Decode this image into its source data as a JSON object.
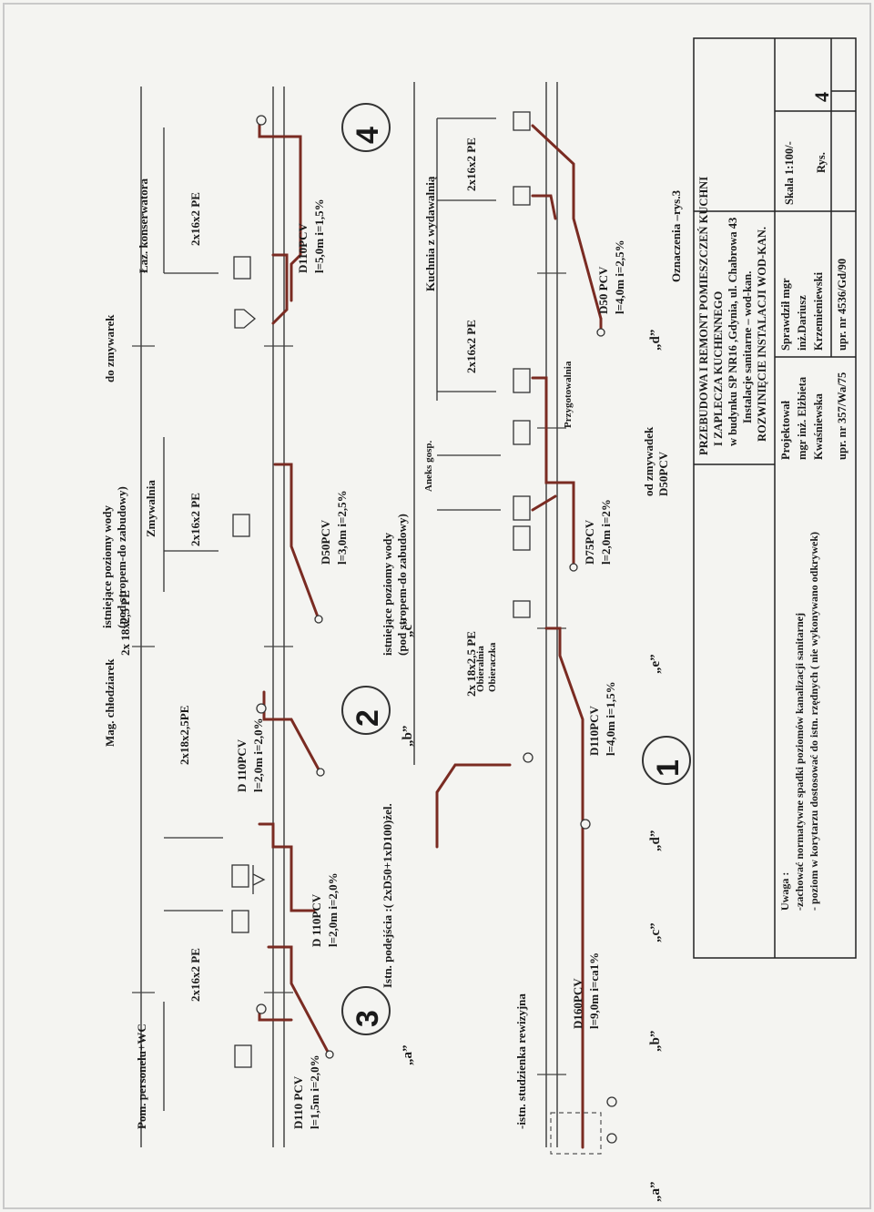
{
  "labels": {
    "existing_water_left": "istniejące poziomy wody",
    "under_ceiling_left": "(pod stropem-do zabudowy)",
    "existing_water_mid": "istniejące poziomy wody",
    "under_ceiling_mid": "(pod stropem-do zabudowy)",
    "connections": "Istn. podejścia :( 2xD50+1xD100)żel.",
    "revision_well": "-istn. studzienka rewizyjna",
    "from_sinks": "od zmywadek",
    "from_sinks_pipe": "D50PCV",
    "legend": "Oznaczenia –rys.3"
  },
  "rooms": {
    "staff_wc": "Pom. personelu+WC",
    "fridges": "Mag. chłodziarek",
    "dishwashing": "Zmywalnia",
    "to_sinks": "do zmywarek",
    "preserver_bath": "Łaz. konserwatora",
    "kitchen": "Kuchnia z wydawalnią",
    "aneks": "Aneks gosp.",
    "obieralnia": "Obieralnia",
    "obieraczka": "Obieraczka",
    "przygotowalnia": "Przygotowalnia"
  },
  "pipes": {
    "pe_18_top": "2x 18x2,5 PE",
    "pe_18_left": "2x18x2,5PE",
    "pe_16_left": "2x16x2 PE",
    "pe_16_mid": "2x16x2 PE",
    "pe_16_right": "2x16x2 PE",
    "d110_a": "D 110PCV",
    "d110_a_len": "l=2,0m i=2,0%",
    "d110_b": "D110 PCV",
    "d110_b_len": "l=1,5m i=2,0%",
    "d110_c": "D 110PCV",
    "d110_c_len": "l=2,0m i=2,0%",
    "d50_a": "D50PCV",
    "d50_a_len": "l=3,0m i=2,5%",
    "d110_d": "D110PCV",
    "d110_d_len": "l=5,0m i=1,5%",
    "pe_16_mid_a": "2x16x2 PE",
    "pe_16_mid_b": "2x16x2 PE",
    "pe_18_mid": "2x 18x2,5 PE",
    "d160": "D160PCV",
    "d160_len": "l=9,0m i=ca1%",
    "d110_e": "D110PCV",
    "d110_e_len": "l=4,0m i=1,5%",
    "d75": "D75PCV",
    "d75_len": "l=2,0m i=2%",
    "d50_b": "D50 PCV",
    "d50_b_len": "l=4,0m i=2,5%"
  },
  "circles": {
    "c1": "1",
    "c2": "2",
    "c3": "3",
    "c4": "4"
  },
  "markers": {
    "a": "„a”",
    "b": "„b”",
    "c": "„c”",
    "d": "„d”",
    "e": "„e”"
  },
  "notes": {
    "heading": "Uwaga :",
    "line1": "-zachować normatywne spadki poziomów kanalizacji sanitarnej",
    "line2": "- poziom w korytarzu dostosować do istn. rzędnych ( nie wykonywano odkrywek)"
  },
  "title": {
    "line1": "PRZEBUDOWA I REMONT POMIESZCZEŃ KUCHNI",
    "line2": "I ZAPLECZA KUCHENNEGO",
    "line3": "w budynku SP NR16 ,Gdynia, ul. Chabrowa 43",
    "line4": "Instalacje sanitarne – wod-kan.",
    "line5": "ROZWINIĘCIE INSTALACJI WOD-KAN.",
    "designer_label": "Projektował",
    "designer_name1": "mgr inż. Elżbieta",
    "designer_name2": "Kwaśniewska",
    "designer_license": "upr. nr 357/Wa/75",
    "checker_label": "Sprawdził mgr",
    "checker_name1": "inż.Dariusz",
    "checker_name2": "Krzemieniewski",
    "checker_license": "upr. nr 4536/Gd/90",
    "scale": "Skala 1:100/-",
    "drawing_label": "Rys.",
    "drawing_number": "4"
  }
}
